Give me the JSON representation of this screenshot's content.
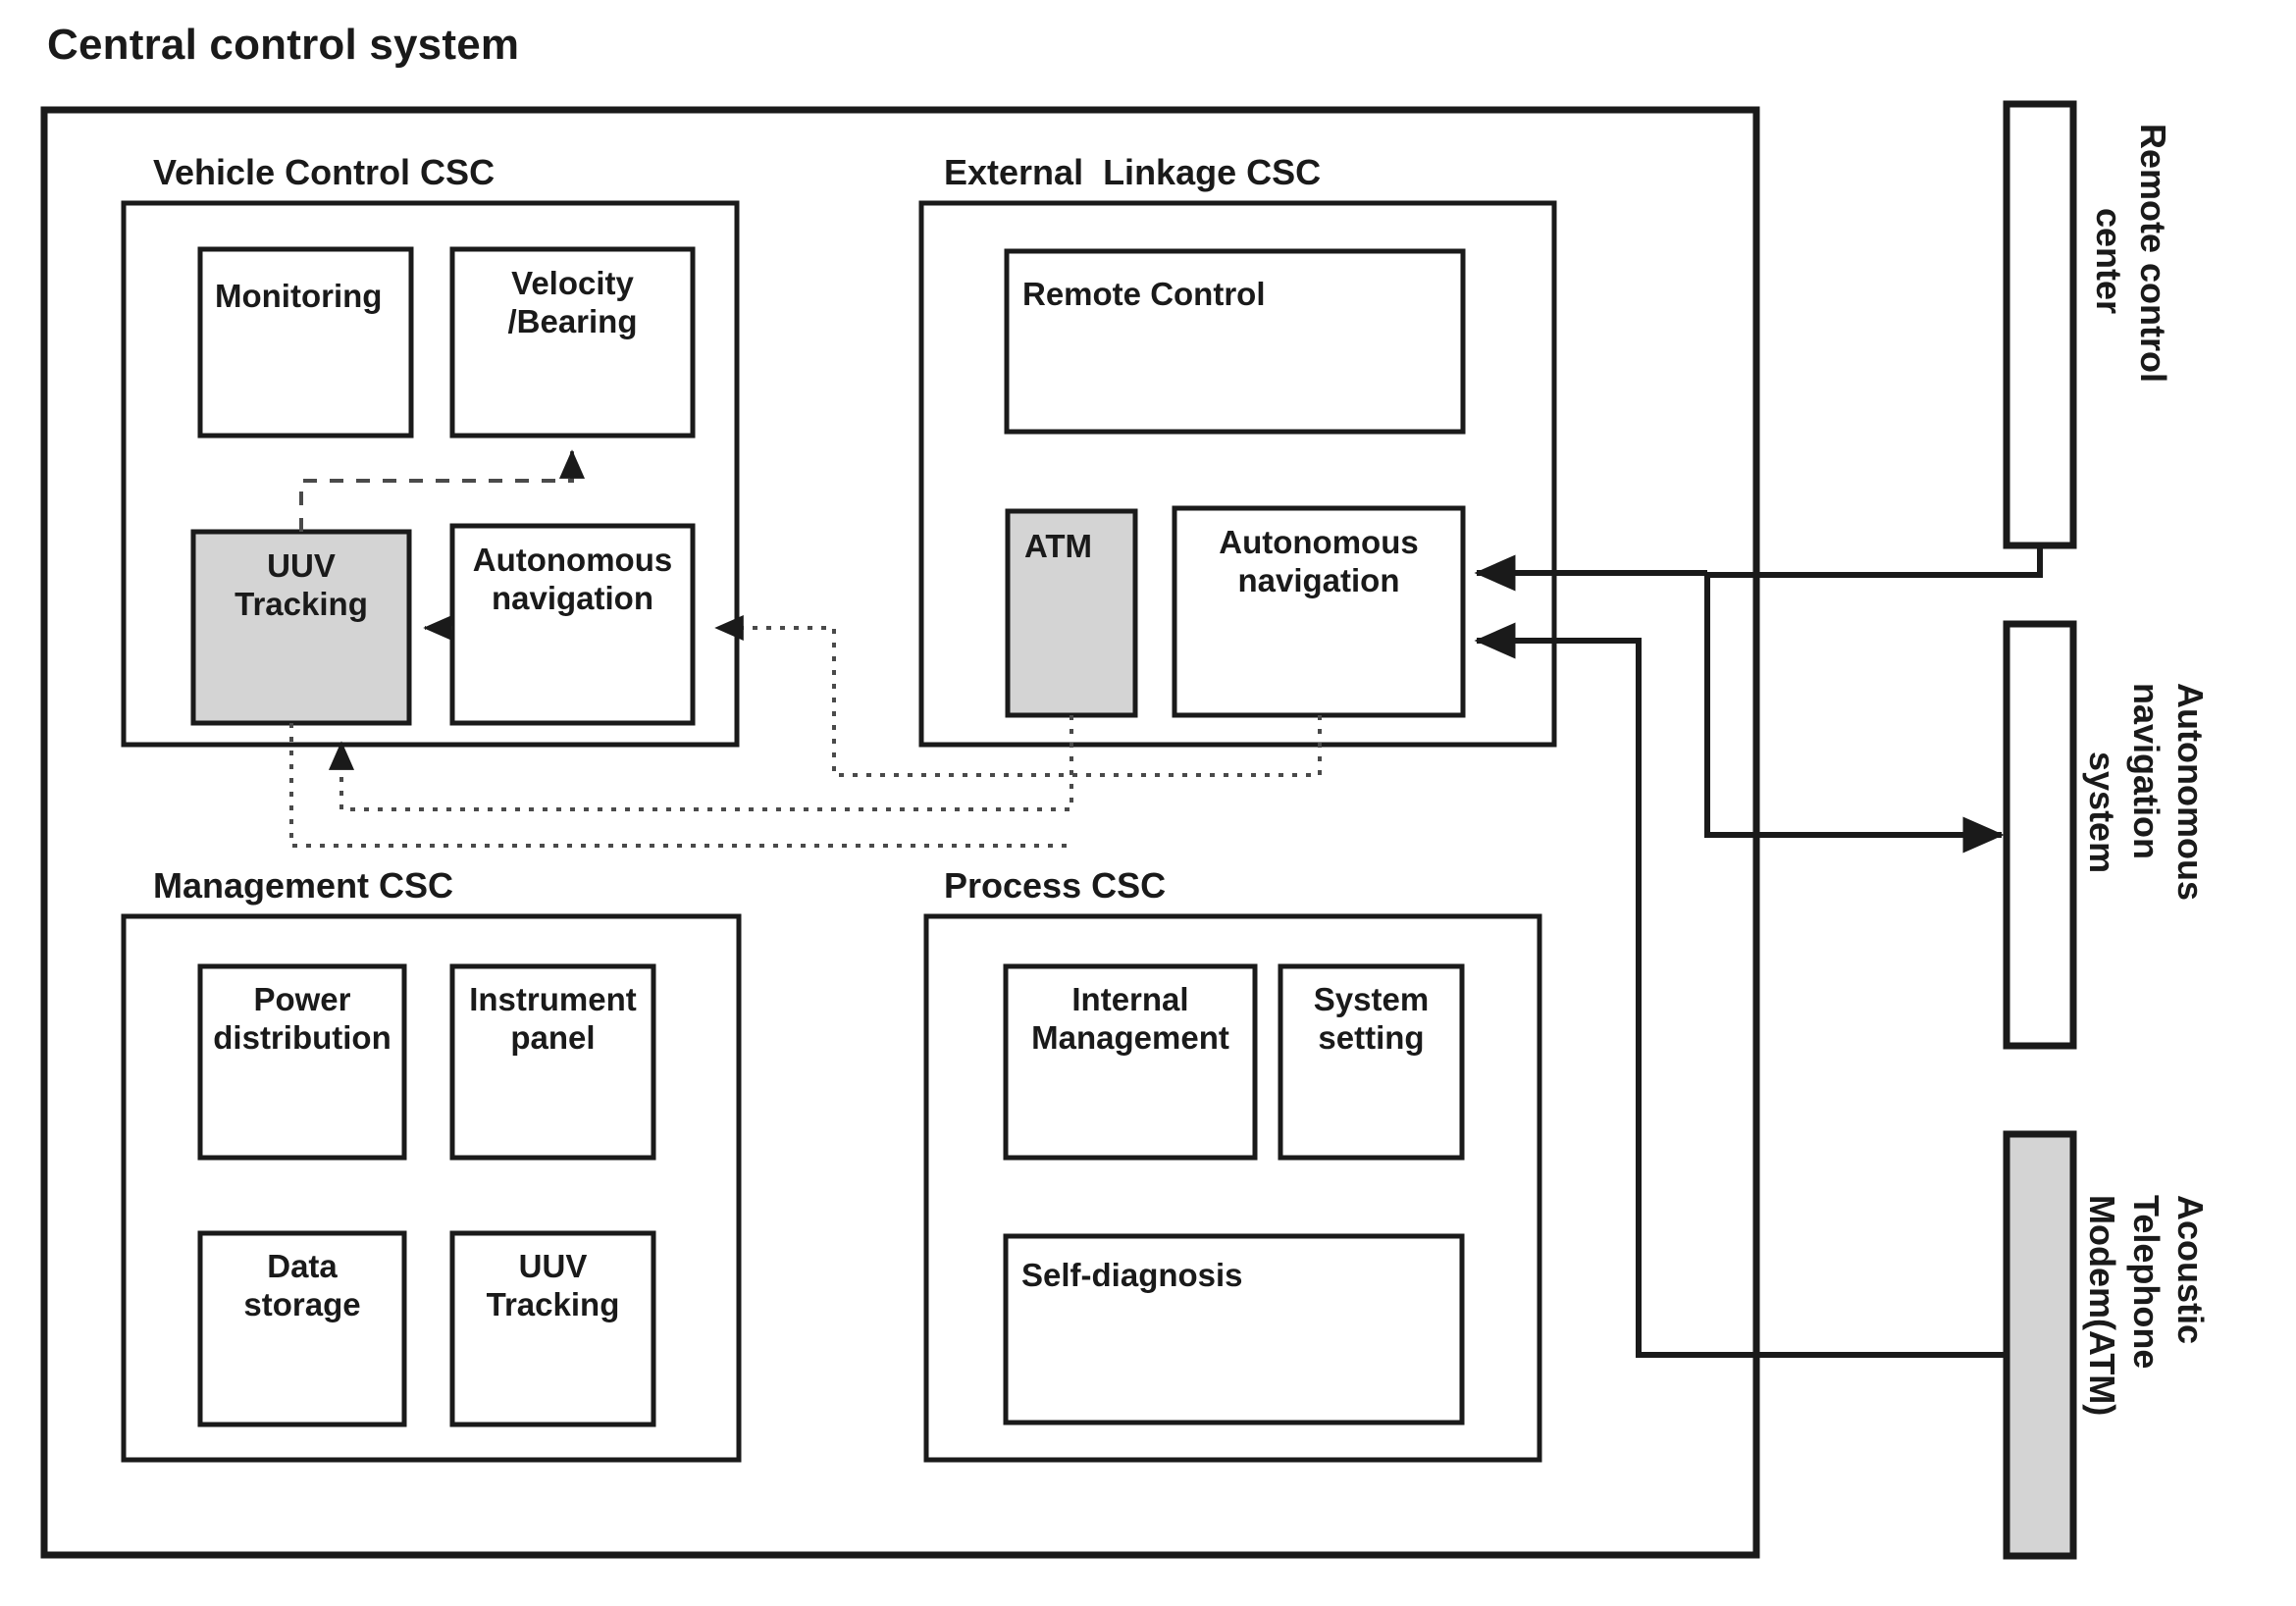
{
  "diagram": {
    "title": "Central control system",
    "groups": [
      {
        "id": "vehicle-control-csc",
        "title": "Vehicle Control CSC",
        "boxes": [
          {
            "id": "monitoring",
            "label": "Monitoring",
            "fill": "white",
            "align": "left"
          },
          {
            "id": "velocity-bearing",
            "label": "Velocity\n/Bearing",
            "fill": "white",
            "align": "center"
          },
          {
            "id": "uuv-tracking-vc",
            "label": "UUV\nTracking",
            "fill": "gray",
            "align": "center"
          },
          {
            "id": "autonomous-navigation-vc",
            "label": "Autonomous\nnavigation",
            "fill": "white",
            "align": "center"
          }
        ]
      },
      {
        "id": "external-linkage-csc",
        "title": "External  Linkage CSC",
        "boxes": [
          {
            "id": "remote-control",
            "label": "Remote Control",
            "fill": "white",
            "align": "left"
          },
          {
            "id": "atm",
            "label": "ATM",
            "fill": "gray",
            "align": "left"
          },
          {
            "id": "autonomous-navigation-el",
            "label": "Autonomous\nnavigation",
            "fill": "white",
            "align": "center"
          }
        ]
      },
      {
        "id": "management-csc",
        "title": "Management CSC",
        "boxes": [
          {
            "id": "power-distribution",
            "label": "Power\ndistribution",
            "fill": "white",
            "align": "center"
          },
          {
            "id": "instrument-panel",
            "label": "Instrument\npanel",
            "fill": "white",
            "align": "center"
          },
          {
            "id": "data-storage",
            "label": "Data\nstorage",
            "fill": "white",
            "align": "center"
          },
          {
            "id": "uuv-tracking-mg",
            "label": "UUV\nTracking",
            "fill": "white",
            "align": "center"
          }
        ]
      },
      {
        "id": "process-csc",
        "title": "Process CSC",
        "boxes": [
          {
            "id": "internal-management",
            "label": "Internal\nManagement",
            "fill": "white",
            "align": "center"
          },
          {
            "id": "system-setting",
            "label": "System\nsetting",
            "fill": "white",
            "align": "center"
          },
          {
            "id": "self-diagnosis",
            "label": "Self-diagnosis",
            "fill": "white",
            "align": "left"
          }
        ]
      }
    ],
    "external_units": [
      {
        "id": "remote-control-center",
        "label_line1": "Remote control",
        "label_line2": "center",
        "fill": "white"
      },
      {
        "id": "autonomous-navigation-system",
        "label_line1": "Autonomous",
        "label_line2": "navigation",
        "label_line3": "system",
        "fill": "white"
      },
      {
        "id": "acoustic-telephone-modem",
        "label_line1": "Acoustic",
        "label_line2": "Telephone",
        "label_line3": "Modem(ATM)",
        "fill": "gray"
      }
    ],
    "colors": {
      "stroke": "#1a1a1a",
      "gray_fill": "#d4d4d4",
      "white_fill": "#ffffff",
      "dashed_stroke": "#4a4a4a",
      "background": "#ffffff"
    }
  }
}
